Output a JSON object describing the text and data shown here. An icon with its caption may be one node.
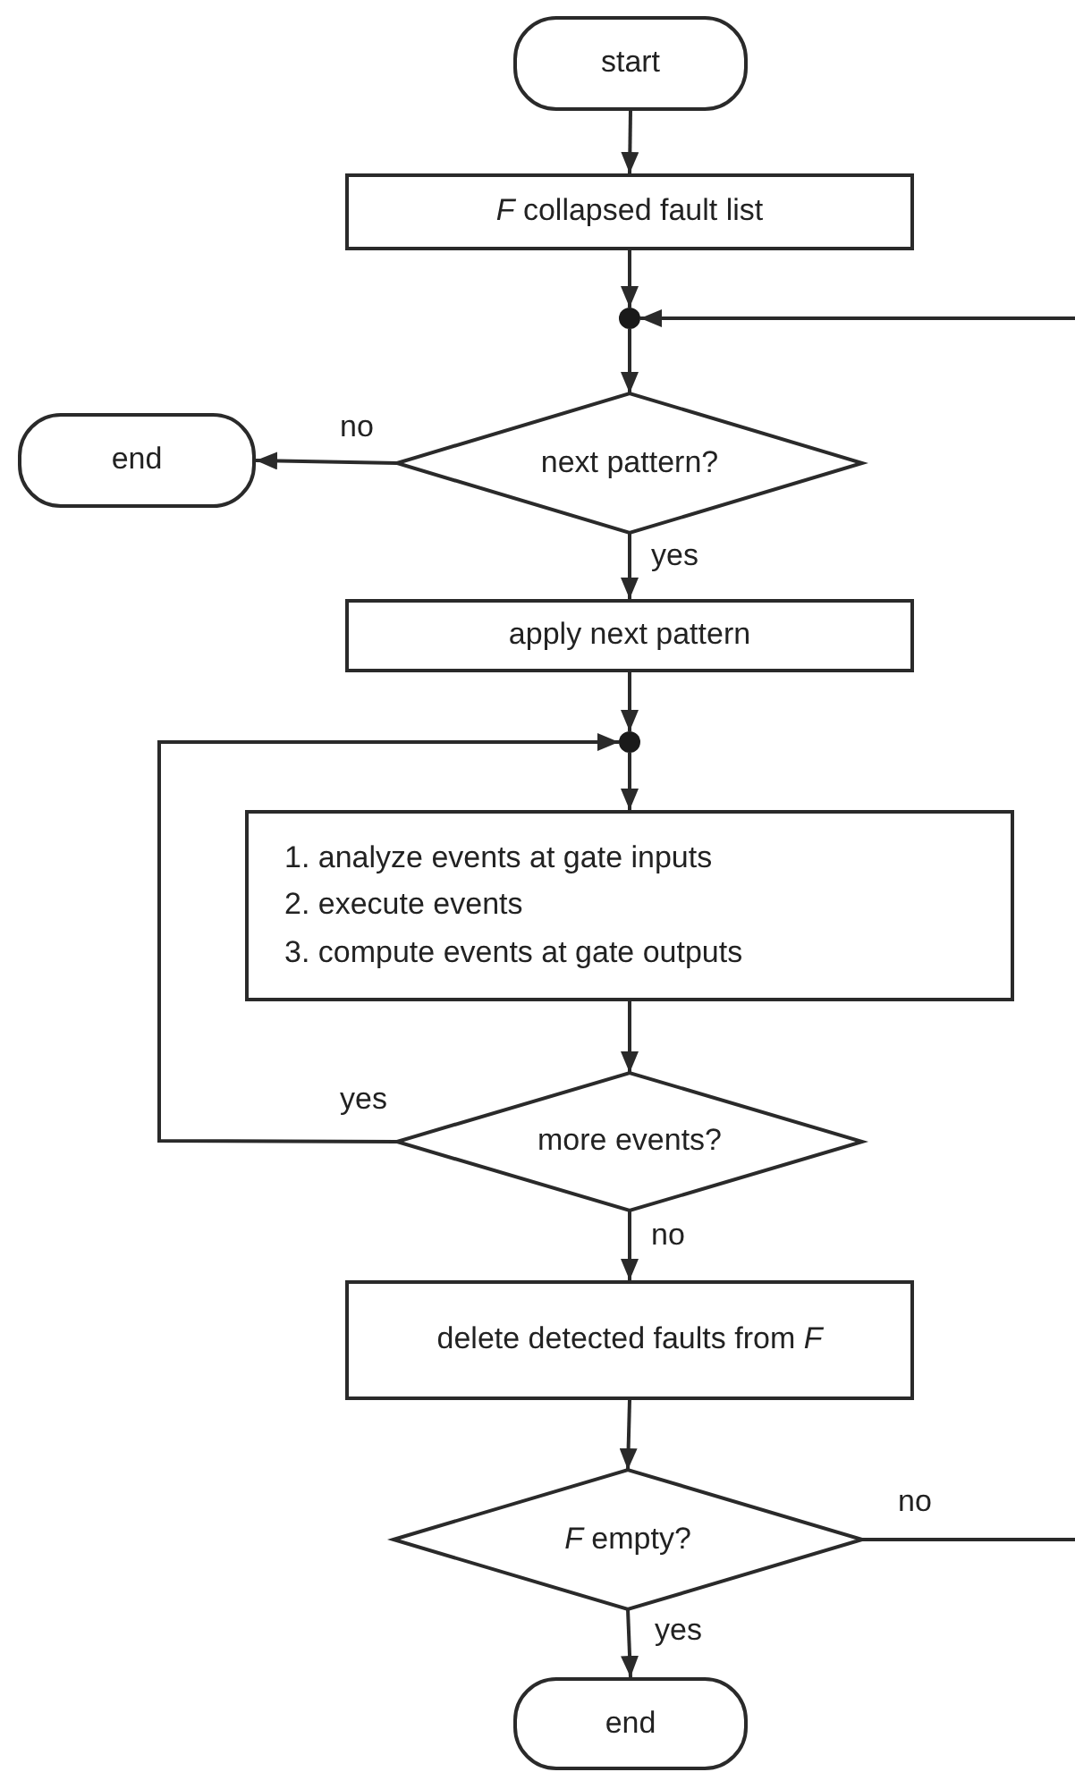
{
  "diagram": {
    "nodes": [
      {
        "text": [
          "start"
        ]
      },
      {
        "text": [
          "*F* collapsed fault list"
        ]
      },
      {
        "text": [],
        "shape": "circle"
      },
      {
        "text": [
          "next pattern?"
        ]
      },
      {
        "text": [
          "end"
        ]
      },
      {
        "text": [
          "apply next pattern"
        ]
      },
      {
        "text": [],
        "shape": "circle"
      },
      {
        "text": [
          "1. analyze events at gate inputs",
          "2. execute events",
          "3. compute events at gate outputs"
        ]
      },
      {
        "text": [
          "more events?"
        ]
      },
      {
        "text": [
          "delete detected faults from *F*"
        ]
      },
      {
        "text": [
          "*F* empty?"
        ]
      },
      {
        "text": [
          "end"
        ]
      }
    ],
    "edges": [
      {
        "from": 0,
        "to": 1,
        "arrow": "to"
      },
      {
        "from": 1,
        "to": 2,
        "arrow": "to"
      },
      {
        "from": null,
        "to": 2,
        "arrow": "to"
      },
      {
        "from": 2,
        "to": 3,
        "arrow": "to"
      },
      {
        "from": 3,
        "to": 4,
        "arrow": "to",
        "label": "no"
      },
      {
        "from": 3,
        "to": 5,
        "arrow": "to",
        "label": "yes"
      },
      {
        "from": 5,
        "to": 6,
        "arrow": "to"
      },
      {
        "from": 6,
        "to": 7,
        "arrow": "to"
      },
      {
        "from": 7,
        "to": 8,
        "arrow": "to"
      },
      {
        "from": 8,
        "to": 6,
        "arrow": "to",
        "label": "yes"
      },
      {
        "from": 8,
        "to": 9,
        "arrow": "to",
        "label": "no"
      },
      {
        "from": 9,
        "to": 10,
        "arrow": "to"
      },
      {
        "from": 10,
        "to": 11,
        "arrow": "to",
        "label": "yes"
      },
      {
        "from": 10,
        "to": null,
        "arrow": "none",
        "label": "no"
      }
    ]
  }
}
